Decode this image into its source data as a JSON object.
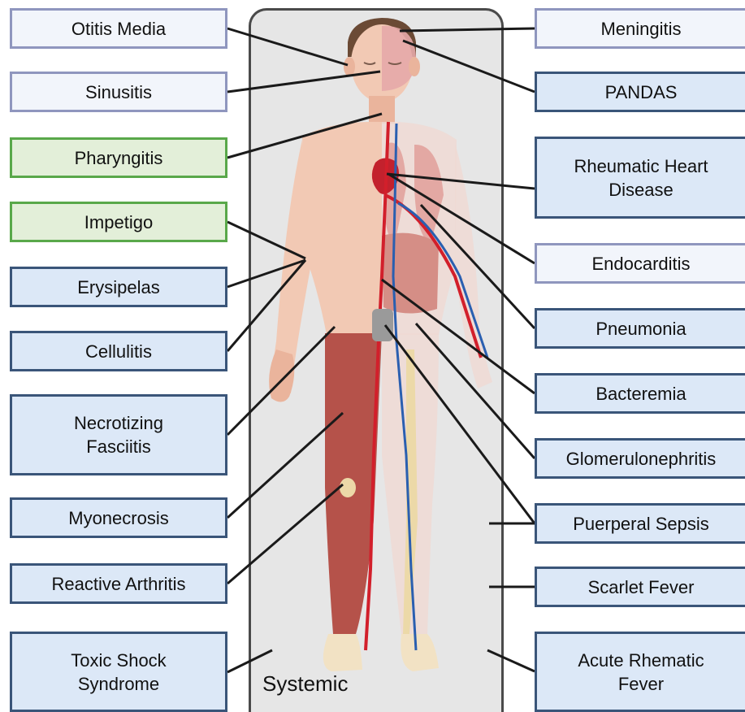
{
  "panel": {
    "label": "Systemic"
  },
  "left_labels": [
    {
      "id": "otitis-media",
      "text": "Otitis Media",
      "style": "pale"
    },
    {
      "id": "sinusitis",
      "text": "Sinusitis",
      "style": "pale"
    },
    {
      "id": "pharyngitis",
      "text": "Pharyngitis",
      "style": "green"
    },
    {
      "id": "impetigo",
      "text": "Impetigo",
      "style": "green"
    },
    {
      "id": "erysipelas",
      "text": "Erysipelas",
      "style": "blue"
    },
    {
      "id": "cellulitis",
      "text": "Cellulitis",
      "style": "blue"
    },
    {
      "id": "necrotizing-fasciitis",
      "text": "Necrotizing\nFasciitis",
      "style": "blue"
    },
    {
      "id": "myonecrosis",
      "text": "Myonecrosis",
      "style": "blue"
    },
    {
      "id": "reactive-arthritis",
      "text": "Reactive Arthritis",
      "style": "blue"
    },
    {
      "id": "toxic-shock-syndrome",
      "text": "Toxic Shock\nSyndrome",
      "style": "blue"
    }
  ],
  "right_labels": [
    {
      "id": "meningitis",
      "text": "Meningitis",
      "style": "pale"
    },
    {
      "id": "pandas",
      "text": "PANDAS",
      "style": "blue"
    },
    {
      "id": "rheumatic-heart-disease",
      "text": "Rheumatic Heart\nDisease",
      "style": "blue"
    },
    {
      "id": "endocarditis",
      "text": "Endocarditis",
      "style": "pale"
    },
    {
      "id": "pneumonia",
      "text": "Pneumonia",
      "style": "blue"
    },
    {
      "id": "bacteremia",
      "text": "Bacteremia",
      "style": "blue"
    },
    {
      "id": "glomerulonephritis",
      "text": "Glomerulonephritis",
      "style": "blue"
    },
    {
      "id": "puerperal-sepsis",
      "text": "Puerperal Sepsis",
      "style": "blue"
    },
    {
      "id": "scarlet-fever",
      "text": "Scarlet Fever",
      "style": "blue"
    },
    {
      "id": "acute-rhematic-fever",
      "text": "Acute Rhematic\nFever",
      "style": "blue"
    }
  ],
  "colors": {
    "box_blue_fill": "#dce8f7",
    "box_blue_border": "#3a5579",
    "box_pale_fill": "#f2f5fb",
    "box_pale_border": "#8f96be",
    "box_green_fill": "#e3efd9",
    "box_green_border": "#59a84a",
    "skin": "#f2c9b4",
    "muscle": "#b5524a",
    "artery": "#d21f2b",
    "vein": "#2a5fb0",
    "panel_fill": "#e6e6e6",
    "leader_line": "#1a1a1a"
  }
}
